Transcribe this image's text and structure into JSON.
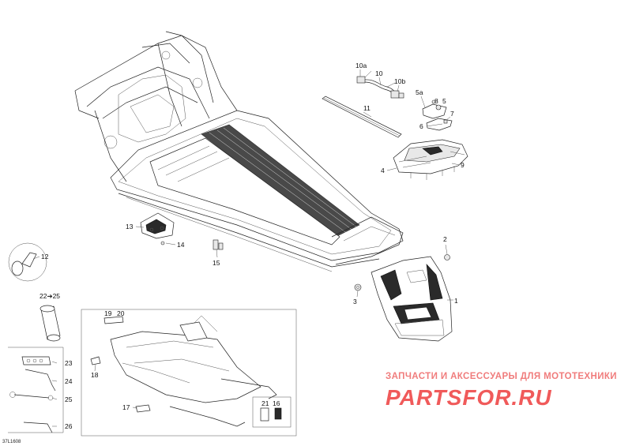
{
  "callouts": [
    {
      "id": "c10a",
      "text": "10a"
    },
    {
      "id": "c10",
      "text": "10"
    },
    {
      "id": "c10b",
      "text": "10b"
    },
    {
      "id": "c5a",
      "text": "5a"
    },
    {
      "id": "c8",
      "text": "8"
    },
    {
      "id": "c5",
      "text": "5"
    },
    {
      "id": "c11",
      "text": "11"
    },
    {
      "id": "c7",
      "text": "7"
    },
    {
      "id": "c6",
      "text": "6"
    },
    {
      "id": "c4",
      "text": "4"
    },
    {
      "id": "c9",
      "text": "9"
    },
    {
      "id": "c13",
      "text": "13"
    },
    {
      "id": "c14",
      "text": "14"
    },
    {
      "id": "c15",
      "text": "15"
    },
    {
      "id": "c12",
      "text": "12"
    },
    {
      "id": "c2",
      "text": "2"
    },
    {
      "id": "c3",
      "text": "3"
    },
    {
      "id": "c1",
      "text": "1"
    },
    {
      "id": "c22_25",
      "text": "22➔25"
    },
    {
      "id": "c19",
      "text": "19"
    },
    {
      "id": "c20",
      "text": "20"
    },
    {
      "id": "c18",
      "text": "18"
    },
    {
      "id": "c23",
      "text": "23"
    },
    {
      "id": "c24",
      "text": "24"
    },
    {
      "id": "c25",
      "text": "25"
    },
    {
      "id": "c26",
      "text": "26"
    },
    {
      "id": "c17",
      "text": "17"
    },
    {
      "id": "c21",
      "text": "21"
    },
    {
      "id": "c16",
      "text": "16"
    }
  ],
  "drawing_code": "37L1608",
  "watermark": {
    "tagline": "ЗАПЧАСТИ И АКСЕССУАРЫ ДЛЯ МОТОТЕХНИКИ",
    "logo": "PARTSFOR.RU"
  }
}
